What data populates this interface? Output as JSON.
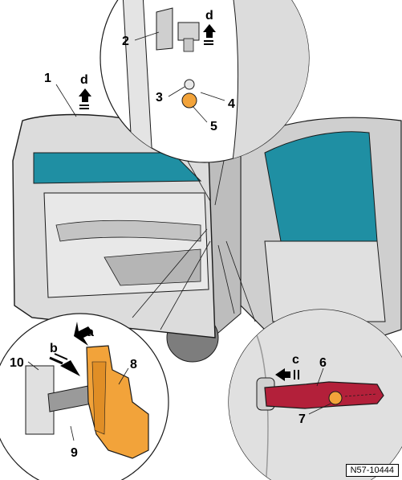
{
  "figure_ref": "N57-10444",
  "callouts": {
    "c1": "1",
    "c2": "2",
    "c3": "3",
    "c4": "4",
    "c5": "5",
    "c6": "6",
    "c7": "7",
    "c8": "8",
    "c9": "9",
    "c10": "10"
  },
  "direction_labels": {
    "a": "a",
    "b": "b",
    "c": "c",
    "d_top": "d",
    "d_left": "d"
  },
  "colors": {
    "outline": "#1a1a1a",
    "body_gray": "#d8d8d8",
    "glass": "#1f8fa3",
    "part_orange": "#f2a33a",
    "part_red": "#b3203a",
    "shadow": "#8a8a8a"
  }
}
